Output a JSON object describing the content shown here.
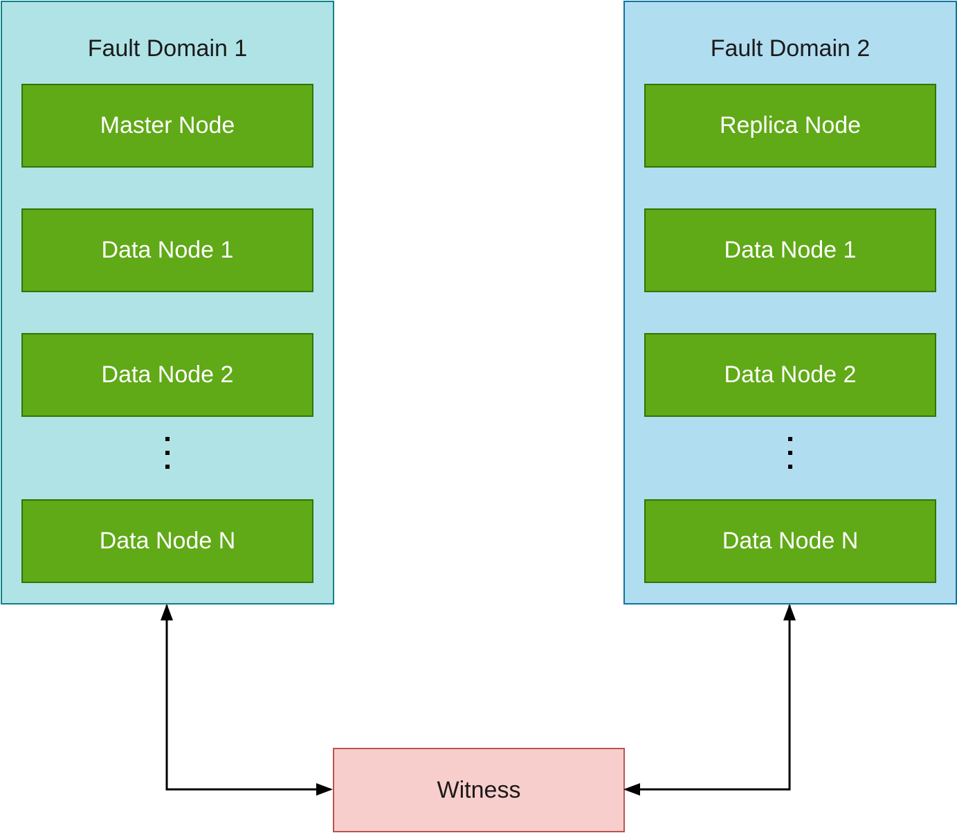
{
  "domains": [
    {
      "title": "Fault Domain 1",
      "nodes": [
        "Master Node",
        "Data Node 1",
        "Data Node 2",
        "Data Node N"
      ]
    },
    {
      "title": "Fault Domain 2",
      "nodes": [
        "Replica Node",
        "Data Node 1",
        "Data Node 2",
        "Data Node N"
      ]
    }
  ],
  "witness": {
    "label": "Witness"
  },
  "colors": {
    "domain1_fill": "#b0e3e6",
    "domain2_fill": "#b1ddf0",
    "node_fill": "#60a917",
    "witness_fill": "#f8cecc"
  }
}
